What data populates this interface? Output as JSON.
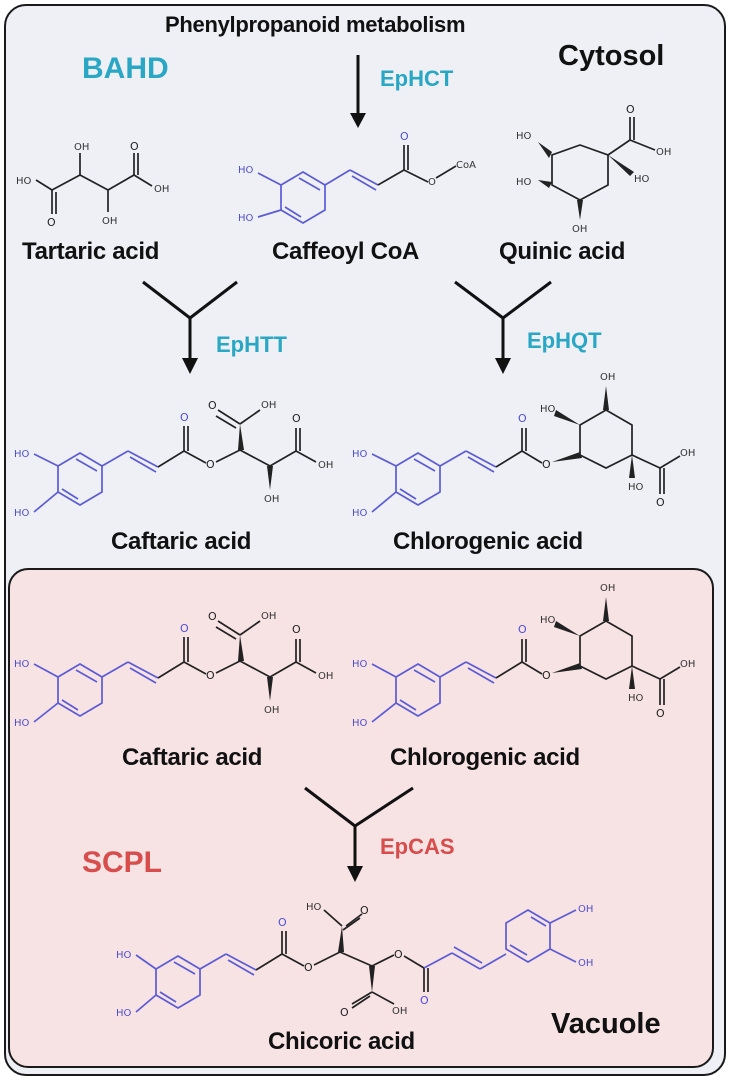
{
  "compartments": {
    "cytosol": "Cytosol",
    "vacuole": "Vacuole"
  },
  "top_label": "Phenylpropanoid metabolism",
  "enzyme_families": {
    "bahd": "BAHD",
    "scpl": "SCPL"
  },
  "enzymes": {
    "ephct": "EpHCT",
    "ephtt": "EpHTT",
    "ephqt": "EpHQT",
    "epcas": "EpCAS"
  },
  "compounds": {
    "tartaric": "Tartaric acid",
    "caffeoyl_coa": "Caffeoyl CoA",
    "quinic": "Quinic acid",
    "caftaric": "Caftaric acid",
    "chlorogenic": "Chlorogenic acid",
    "caftaric_vac": "Caftaric acid",
    "chlorogenic_vac": "Chlorogenic acid",
    "chicoric": "Chicoric acid"
  },
  "atoms": {
    "ho": "HO",
    "oh": "OH",
    "o": "O",
    "coa": "CoA"
  },
  "colors": {
    "enzyme_cytosol": "#2aa7c4",
    "enzyme_vacuole": "#d84c4c",
    "aromatic_ring": "#5b5bd6",
    "cytosol_bg": "#eef0f6",
    "vacuole_bg": "#f7e2e4"
  }
}
